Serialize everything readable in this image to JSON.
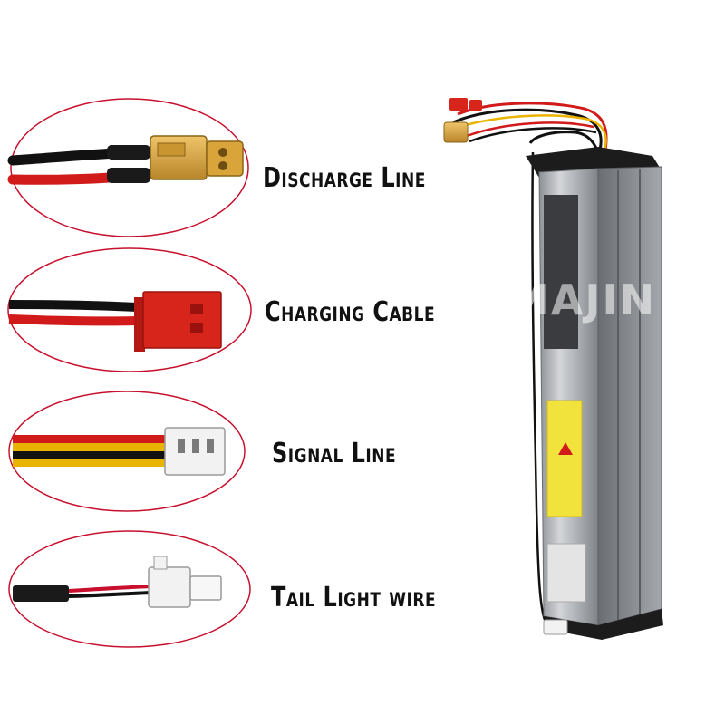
{
  "labels": {
    "discharge": "Discharge Line",
    "charging": "Charging Cable",
    "signal": "Signal Line",
    "tail_light": "Tail Light wire"
  },
  "watermark": "MAJIN",
  "colors": {
    "ellipse_outline": "#c8102e",
    "wire_red": "#d11a1a",
    "wire_black": "#111111",
    "wire_yellow": "#e8b400",
    "xt_connector": "#d9a53a",
    "jst_connector": "#d8251c",
    "battery_casing": "#b9bcc0",
    "warning_label": "#f2e23c"
  }
}
